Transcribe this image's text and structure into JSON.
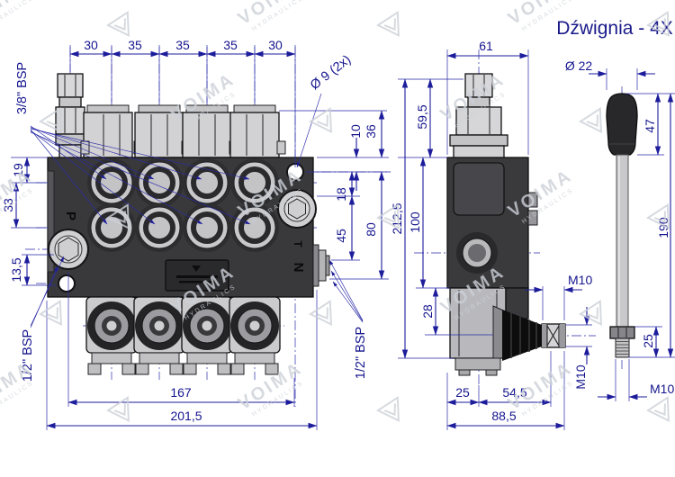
{
  "header": {
    "title": "Dźwignia - 4X"
  },
  "watermark": {
    "brand": "VOIMA",
    "sub": "HYDRAULICS"
  },
  "front_view": {
    "top_dims": [
      "30",
      "35",
      "35",
      "35",
      "30"
    ],
    "left_dims": {
      "d19": "19",
      "d33": "33",
      "d13_5": "13,5"
    },
    "right_dims": {
      "d10": "10",
      "d36": "36",
      "d18": "18",
      "d45": "45",
      "d80": "80"
    },
    "bottom_dims": {
      "d167": "167",
      "d201_5": "201,5"
    },
    "labels": {
      "bsp_work_ports": "3/8\" BSP",
      "bsp_inlet": "1/2\" BSP",
      "hole_dia": "Ø 9 (2x)",
      "port_p": "P",
      "port_t": "T",
      "port_n": "N"
    }
  },
  "side_view": {
    "dims": {
      "d61": "61",
      "d59_5": "59,5",
      "d212_5": "212,5",
      "d100": "100",
      "d28": "28",
      "d25": "25",
      "d54_5": "54,5",
      "d88_5": "88,5"
    },
    "labels": {
      "stud_thread": "M10",
      "stud_thread_v": "M10",
      "bsp_outlet": "1/2\" BSP"
    }
  },
  "lever_view": {
    "dims": {
      "knob_dia": "Ø 22",
      "knob_len": "47",
      "shaft_len": "190",
      "thread_len": "25"
    },
    "labels": {
      "thread": "M10"
    }
  }
}
